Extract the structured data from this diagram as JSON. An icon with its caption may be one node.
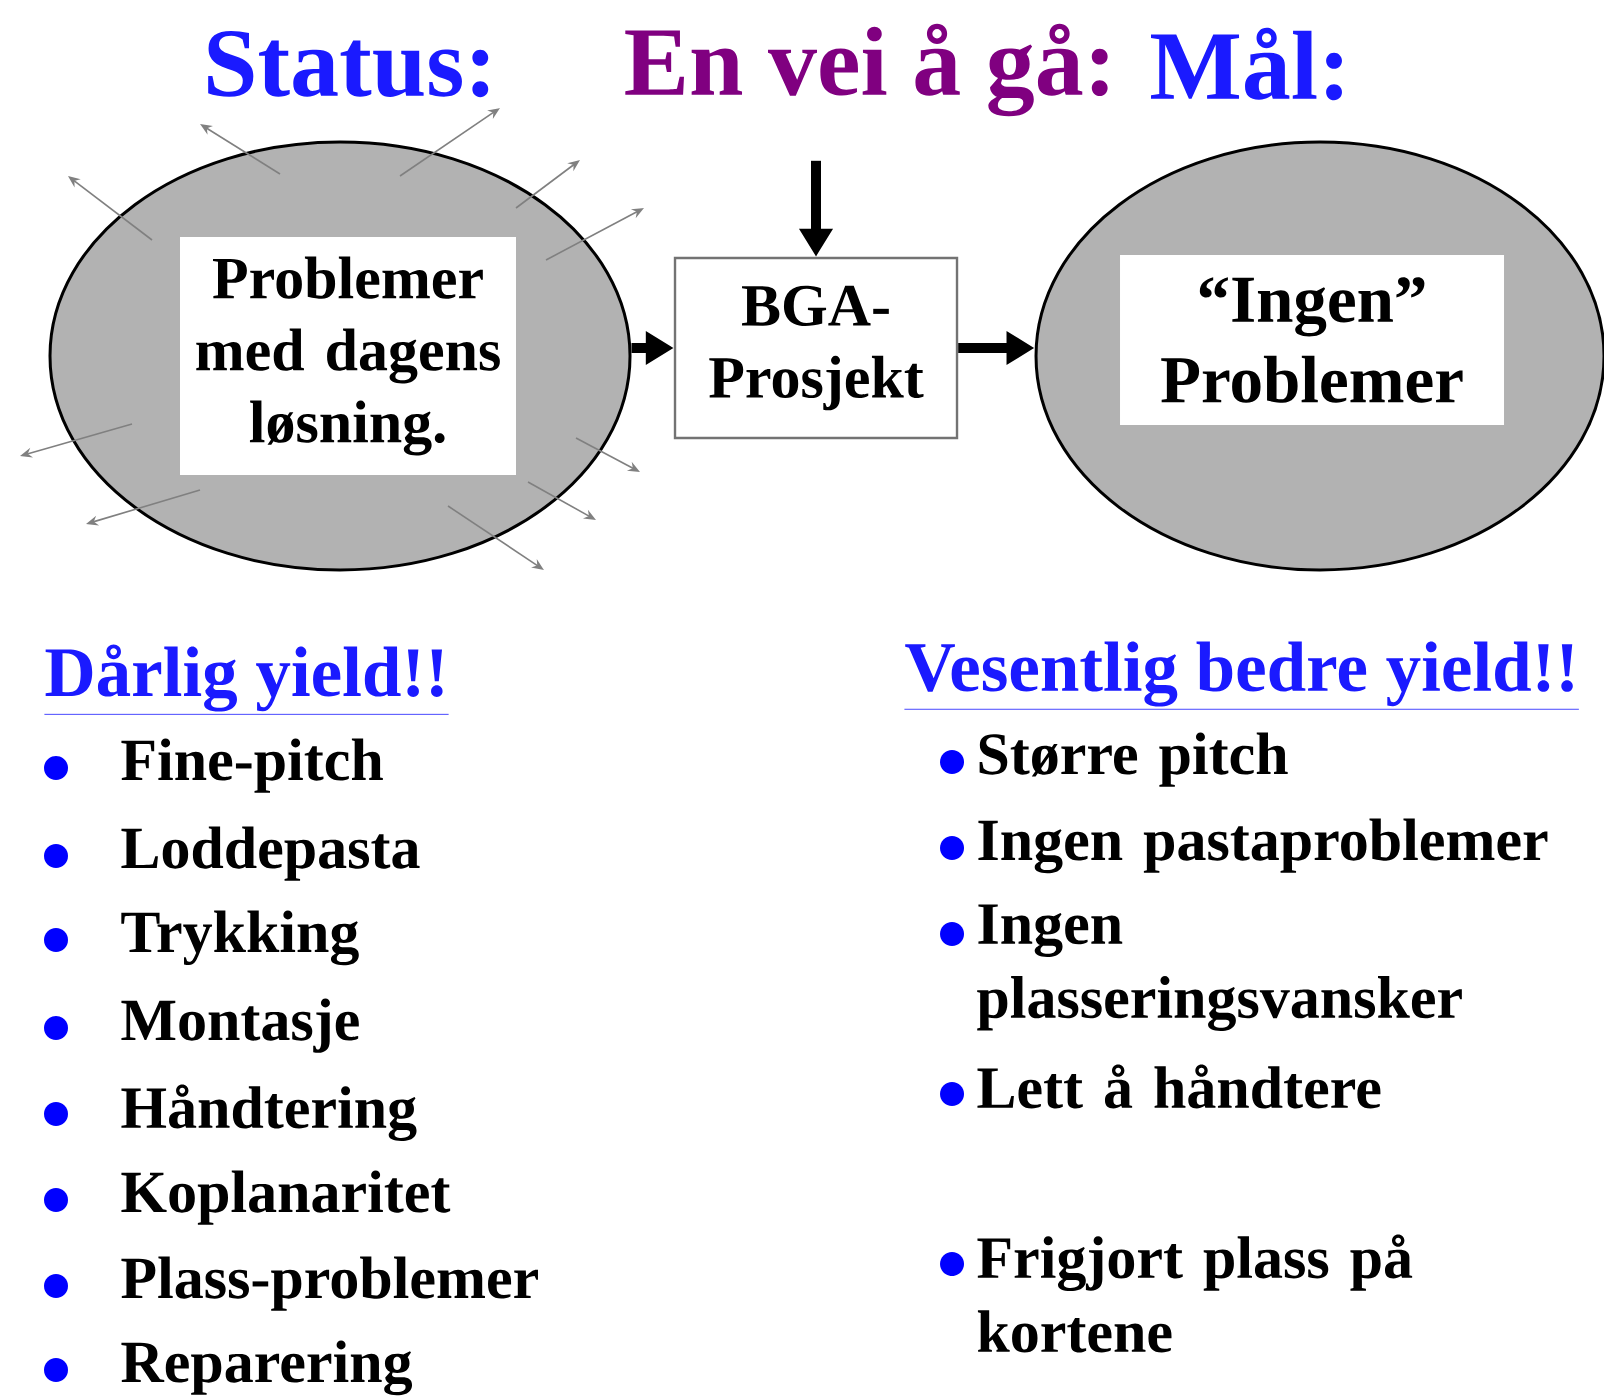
{
  "diagram": {
    "nodes": [
      {
        "text": [],
        "shape": "ellipse"
      },
      {
        "text": [
          "Problemer med dagens løsning."
        ],
        "in": 0
      },
      {
        "text": [
          "BGA- Prosjekt"
        ]
      },
      {
        "text": [],
        "shape": "ellipse"
      },
      {
        "text": [
          "“Ingen” Problemer"
        ],
        "in": 3
      }
    ],
    "edges": [
      {
        "from": null,
        "to": 2,
        "arrow": "to"
      },
      {
        "from": 0,
        "to": 2,
        "arrow": "to"
      },
      {
        "from": 2,
        "to": 3,
        "arrow": "to"
      }
    ],
    "labels": [
      "Status:",
      "En vei å gå:",
      "Mål:",
      "Dårlig yield!!",
      "Fine-pitch",
      "Loddepasta",
      "Trykking",
      "Montasje",
      "Håndtering",
      "Koplanaritet",
      "Plass-problemer",
      "Reparering",
      "Vesentlig bedre yield!!",
      "Større pitch",
      "Ingen pastaproblemer",
      "Ingen plasseringsvansker",
      "Lett å håndtere",
      "Frigjort plass på kortene"
    ]
  }
}
